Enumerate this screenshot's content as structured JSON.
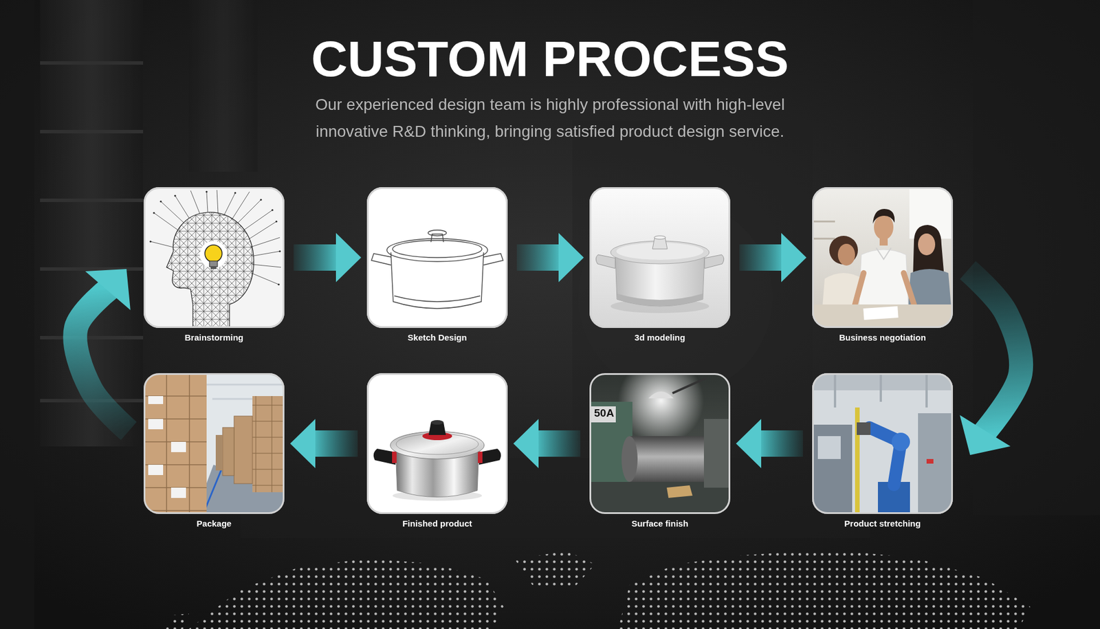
{
  "diagram": {
    "title": "CUSTOM PROCESS",
    "caption": "Our experienced design team is highly professional with high-level innovative R&D thinking, bringing satisfied product design service.",
    "nodes": [
      {
        "text": [
          "Brainstorming"
        ]
      },
      {
        "text": [
          "Sketch Design"
        ]
      },
      {
        "text": [
          "3d modeling"
        ]
      },
      {
        "text": [
          "Business negotiation"
        ]
      },
      {
        "text": [
          "Package"
        ]
      },
      {
        "text": [
          "Finished product"
        ]
      },
      {
        "text": [
          "Surface finish"
        ]
      },
      {
        "text": [
          "Product stretching"
        ]
      }
    ],
    "edges": [
      {
        "from": 0,
        "to": 1,
        "arrow": "to"
      },
      {
        "from": 1,
        "to": 2,
        "arrow": "to"
      },
      {
        "from": 2,
        "to": 3,
        "arrow": "to"
      },
      {
        "from": 3,
        "to": 7,
        "arrow": "to"
      },
      {
        "from": 7,
        "to": 6,
        "arrow": "to"
      },
      {
        "from": 6,
        "to": 5,
        "arrow": "to"
      },
      {
        "from": 5,
        "to": 4,
        "arrow": "to"
      },
      {
        "from": 4,
        "to": 0,
        "arrow": "to"
      }
    ],
    "labels": [
      "50A"
    ]
  }
}
